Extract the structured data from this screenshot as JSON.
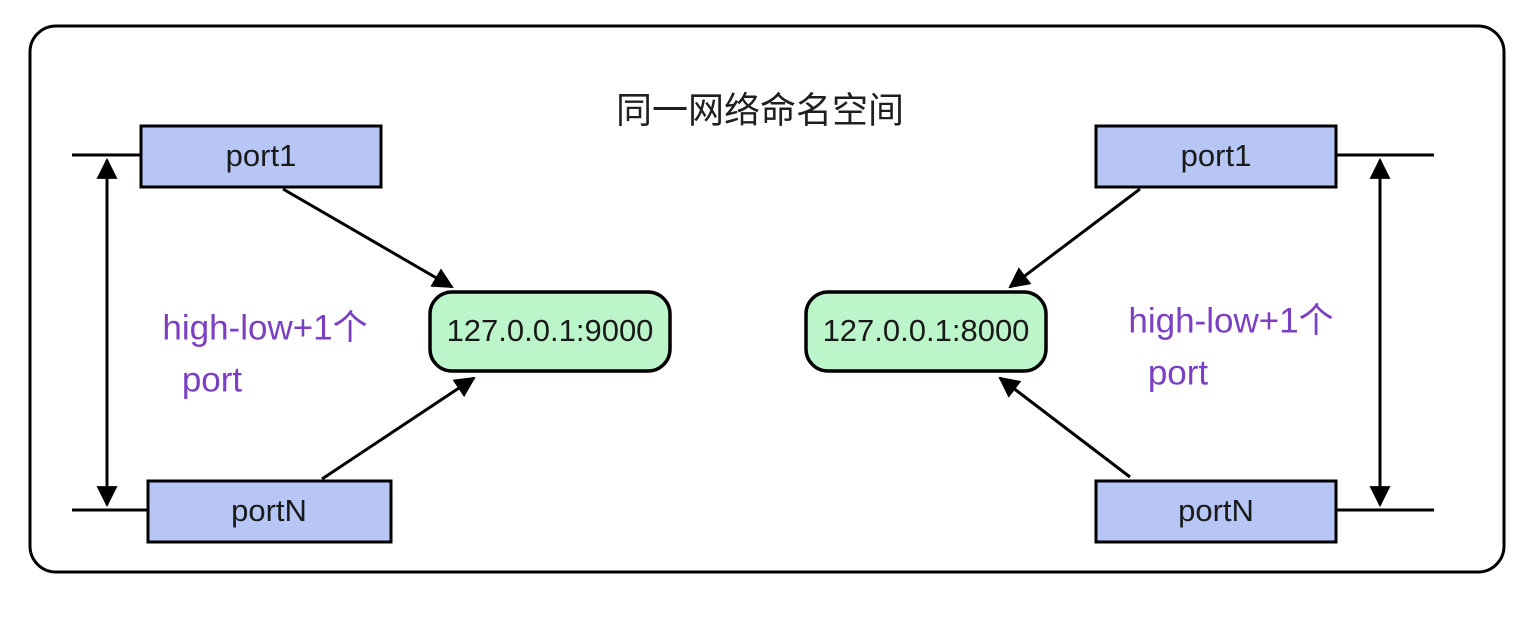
{
  "diagram": {
    "title": "同一网络命名空间",
    "frame": {
      "border_color": "#000000",
      "fill_color": "#ffffff"
    },
    "colors": {
      "port_box_fill": "#b7c6f5",
      "endpoint_fill": "#bdf5cb",
      "stroke": "#000000",
      "range_text": "#7b3fc4",
      "title_text": "#1f1f1f"
    },
    "groups": [
      {
        "side": "left",
        "port_first": "port1",
        "port_last": "portN",
        "endpoint": "127.0.0.1:9000",
        "range_line1": "high-low+1个",
        "range_line2": "port"
      },
      {
        "side": "right",
        "port_first": "port1",
        "port_last": "portN",
        "endpoint": "127.0.0.1:8000",
        "range_line1": "high-low+1个",
        "range_line2": "port"
      }
    ]
  }
}
